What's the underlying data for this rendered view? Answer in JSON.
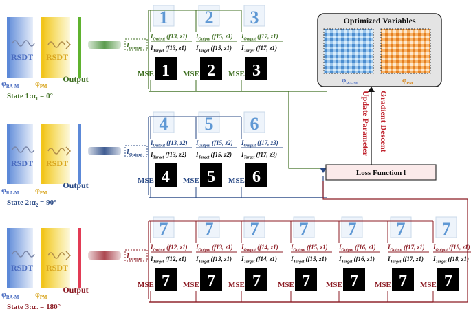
{
  "states": [
    {
      "color": "#3f6f22",
      "state_label": "State 1:α",
      "state_sub": "1",
      "state_value": " = 0°",
      "rsdt_left": "RSDT",
      "rsdt_right": "RSDT",
      "output_label": "Output",
      "phi_left": "φ",
      "phi_left_sub": "RA-M",
      "phi_right": "φ",
      "phi_right_sub": "PM",
      "i_output": "I",
      "i_output_sub": "Output",
      "mse": "MSE",
      "targets": [
        {
          "digit": "1",
          "label": "1",
          "out": "(f13, z1)",
          "tgt": "(f13, z1)"
        },
        {
          "digit": "2",
          "label": "2",
          "out": "(f15, z1)",
          "tgt": "(f15, z1)"
        },
        {
          "digit": "3",
          "label": "3",
          "out": "(f17, z1)",
          "tgt": "(f17, z1)"
        }
      ]
    },
    {
      "color": "#2a4a86",
      "state_label": "State 2:α",
      "state_sub": "2",
      "state_value": " = 90°",
      "rsdt_left": "RSDT",
      "rsdt_right": "RSDT",
      "output_label": "Output",
      "phi_left": "φ",
      "phi_left_sub": "RA-M",
      "phi_right": "φ",
      "phi_right_sub": "PM",
      "i_output": "I",
      "i_output_sub": "Output",
      "mse": "MSE",
      "targets": [
        {
          "digit": "4",
          "label": "4",
          "out": "(f13, z2)",
          "tgt": "(f13, z2)"
        },
        {
          "digit": "5",
          "label": "5",
          "out": "(f15, z2)",
          "tgt": "(f15, z2)"
        },
        {
          "digit": "6",
          "label": "6",
          "out": "(f17, z3)",
          "tgt": "(f17, z3)"
        }
      ]
    },
    {
      "color": "#8c1c24",
      "state_label": "State 3:α",
      "state_sub": "3",
      "state_value": " = 180°",
      "rsdt_left": "RSDT",
      "rsdt_right": "RSDT",
      "output_label": "Output",
      "phi_left": "φ",
      "phi_left_sub": "RA-M",
      "phi_right": "φ",
      "phi_right_sub": "PM",
      "i_output": "I",
      "i_output_sub": "Output",
      "mse": "MSE",
      "targets": [
        {
          "digit": "7",
          "label": "7",
          "out": "(f12, z1)",
          "tgt": "(f12, z1)"
        },
        {
          "digit": "7",
          "label": "7",
          "out": "(f13, z1)",
          "tgt": "(f13, z1)"
        },
        {
          "digit": "7",
          "label": "7",
          "out": "(f14, z1)",
          "tgt": "(f14, z1)"
        },
        {
          "digit": "7",
          "label": "7",
          "out": "(f15, z1)",
          "tgt": "(f15, z1)"
        },
        {
          "digit": "7",
          "label": "7",
          "out": "(f16, z1)",
          "tgt": "(f16, z1)"
        },
        {
          "digit": "7",
          "label": "7",
          "out": "(f17, z1)",
          "tgt": "(f17, z1)"
        },
        {
          "digit": "7",
          "label": "7",
          "out": "(f18, z1)",
          "tgt": "(f18, z1)"
        }
      ]
    }
  ],
  "i_output_word": "Output",
  "i_target_word": "Target",
  "optimized": {
    "title": "Optimized Variables",
    "left_label": "φ",
    "left_sub": "RA-M",
    "right_label": "φ",
    "right_sub": "PM"
  },
  "loss": {
    "label": "Loss Function l"
  },
  "gradient": {
    "line1": "Gradient Descent",
    "line2": "Update Parameter"
  },
  "colors": {
    "green": "#3f6f22",
    "blue": "#2a4a86",
    "red": "#8c1c24",
    "orange": "#d8861c",
    "lightblue": "#7fb0e0",
    "lens_blue": "#5c89d8",
    "lens_yellow": "#f2d21b",
    "lens_green": "#5fb22f",
    "lens_pink": "#e23b55"
  }
}
